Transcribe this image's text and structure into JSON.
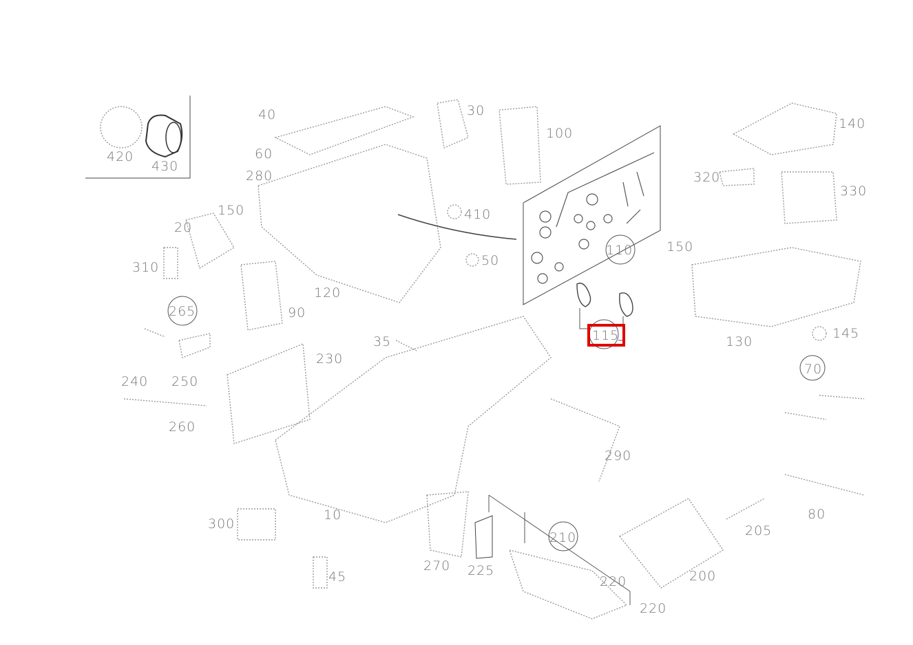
{
  "diagram": {
    "inset_labels": [
      "420",
      "430"
    ],
    "part_labels": {
      "p40": "40",
      "p60": "60",
      "p280": "280",
      "p150a": "150",
      "p20": "20",
      "p310": "310",
      "p30": "30",
      "p100": "100",
      "p410": "410",
      "p50": "50",
      "p120": "120",
      "p90": "90",
      "p265": "265",
      "p110": "110",
      "p115": "115",
      "p150b": "150",
      "p140": "140",
      "p320": "320",
      "p330": "330",
      "p130": "130",
      "p145": "145",
      "p70": "70",
      "p35": "35",
      "p230": "230",
      "p240": "240",
      "p250": "250",
      "p260": "260",
      "p290": "290",
      "p80": "80",
      "p205": "205",
      "p200": "200",
      "p210": "210",
      "p220a": "220",
      "p220b": "220",
      "p225": "225",
      "p270": "270",
      "p10": "10",
      "p300": "300",
      "p45": "45"
    },
    "highlighted_part": "115",
    "highlight_color": "#e00000"
  }
}
